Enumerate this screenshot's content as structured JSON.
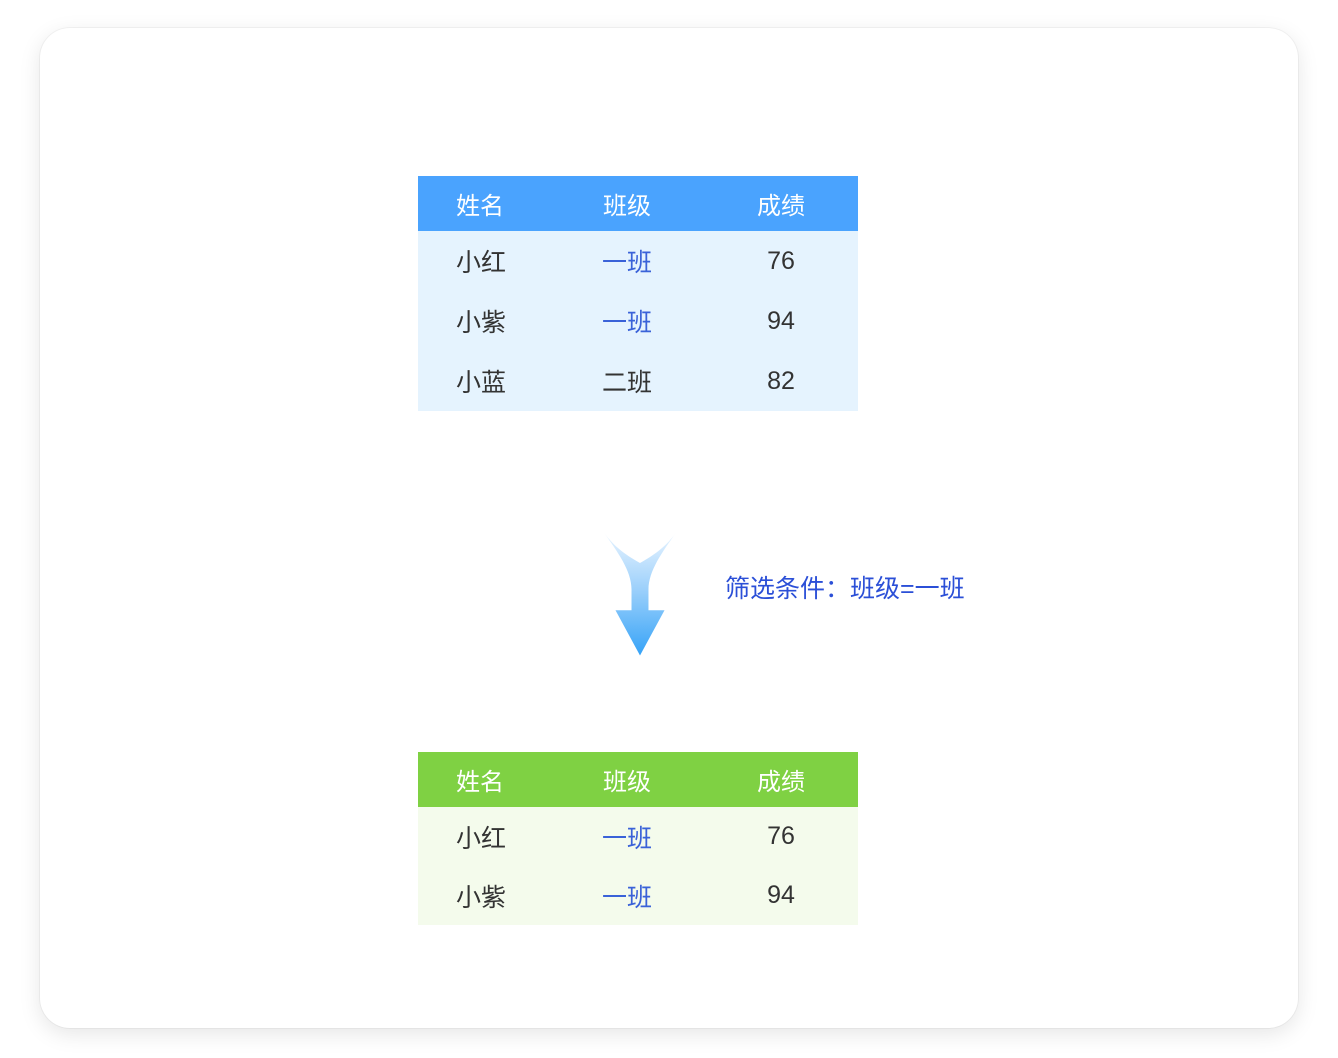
{
  "filter": {
    "label": "筛选条件：班级=一班"
  },
  "source_table": {
    "headers": [
      "姓名",
      "班级",
      "成绩"
    ],
    "rows": [
      [
        "小红",
        "一班",
        "76"
      ],
      [
        "小紫",
        "一班",
        "94"
      ],
      [
        "小蓝",
        "二班",
        "82"
      ]
    ],
    "highlight_value": "一班"
  },
  "filtered_table": {
    "headers": [
      "姓名",
      "班级",
      "成绩"
    ],
    "rows": [
      [
        "小红",
        "一班",
        "76"
      ],
      [
        "小紫",
        "一班",
        "94"
      ]
    ],
    "highlight_value": "一班"
  },
  "icons": {
    "down_arrow": "down-arrow-icon"
  },
  "colors": {
    "source_header": "#4aa3fe",
    "source_body": "#e5f3fe",
    "filtered_header": "#7fd143",
    "filtered_body": "#f4fbec",
    "highlight_text": "#3a62d8",
    "label_text": "#2b4fd7",
    "arrow_gradient_top": "#e8f4ff",
    "arrow_gradient_bottom": "#36a3f7"
  }
}
